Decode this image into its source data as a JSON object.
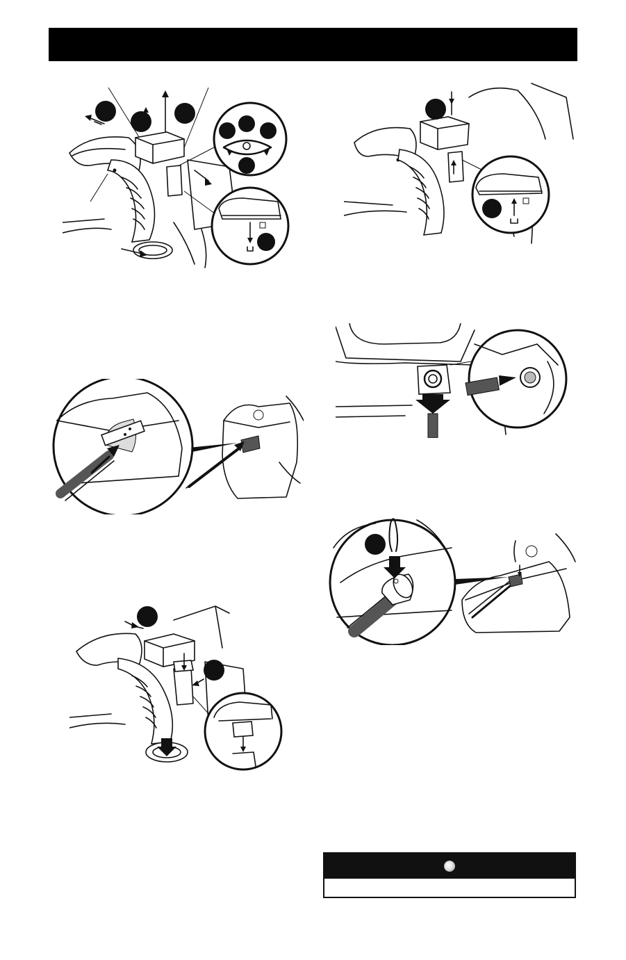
{
  "header": {
    "bar_color": "#000000"
  },
  "figures": [
    {
      "id": "remove-chute-assembly",
      "callouts": 8
    },
    {
      "id": "remove-chute-cover",
      "callouts": 2
    },
    {
      "id": "insert-rod-left",
      "callouts": 0
    },
    {
      "id": "insert-rod-underside",
      "callouts": 0
    },
    {
      "id": "install-chute-assembly",
      "callouts": 2
    },
    {
      "id": "insert-hairpin-clip",
      "callouts": 1
    }
  ],
  "notice": {
    "icon": "circle-dot-icon",
    "header_color": "#111111",
    "text": ""
  }
}
